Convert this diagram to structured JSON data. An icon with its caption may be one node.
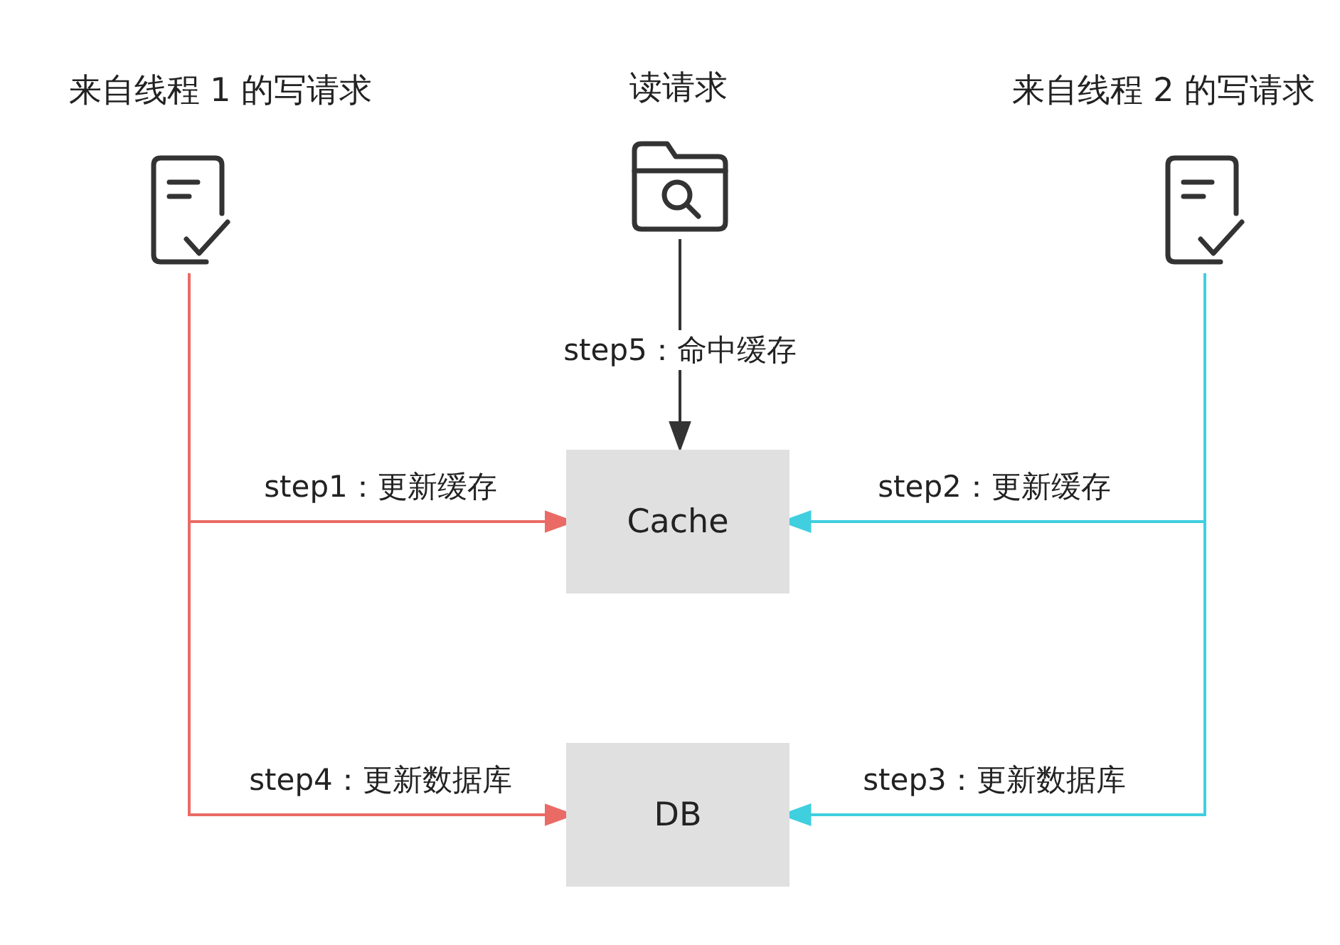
{
  "diagram": {
    "nodes": [
      {
        "text": [
          "来自线程 1 的写请求"
        ]
      },
      {
        "text": [
          "读请求"
        ]
      },
      {
        "text": [
          "来自线程 2 的写请求"
        ]
      },
      {
        "text": [
          "Cache"
        ]
      },
      {
        "text": [
          "DB"
        ]
      }
    ],
    "edges": [
      {
        "from": 0,
        "to": 3,
        "arrow": "to",
        "label": "step1：更新缓存",
        "color": "#ea6b66"
      },
      {
        "from": 2,
        "to": 3,
        "arrow": "to",
        "label": "step2：更新缓存",
        "color": "#3fcfdf"
      },
      {
        "from": 2,
        "to": 4,
        "arrow": "to",
        "label": "step3：更新数据库",
        "color": "#3fcfdf"
      },
      {
        "from": 0,
        "to": 4,
        "arrow": "to",
        "label": "step4：更新数据库",
        "color": "#ea6b66"
      },
      {
        "from": 1,
        "to": 3,
        "arrow": "to",
        "label": "step5：命中缓存",
        "color": "#333333"
      }
    ]
  }
}
